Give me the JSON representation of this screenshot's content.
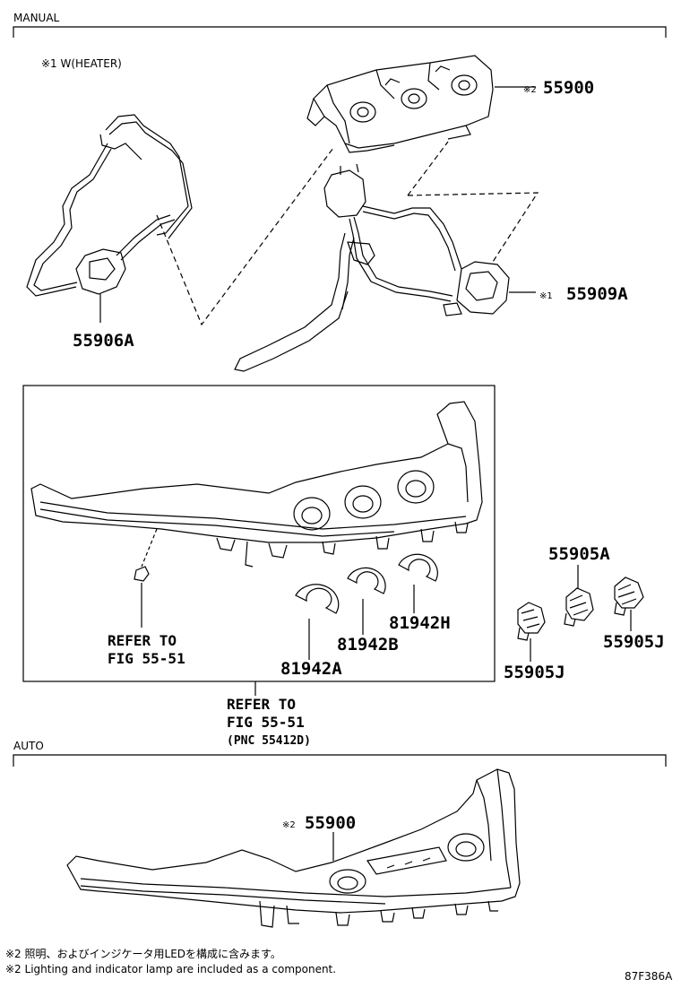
{
  "sections": {
    "manual_label": "MANUAL",
    "auto_label": "AUTO"
  },
  "notes": {
    "heater_note": "※1 W(HEATER)",
    "footnote_jp": "※2 照明、およびインジケータ用LEDを構成に含みます。",
    "footnote_en": "※2 Lighting and indicator lamp are included as a component."
  },
  "parts": {
    "p55900_manual_mark": "※2",
    "p55900_manual": "55900",
    "p55909a_mark": "※1",
    "p55909a": "55909A",
    "p55906a": "55906A",
    "p55905a": "55905A",
    "p55905j_right": "55905J",
    "p55905j_left": "55905J",
    "p81942h": "81942H",
    "p81942b": "81942B",
    "p81942a": "81942A",
    "p55900_auto_mark": "※2",
    "p55900_auto": "55900"
  },
  "references": {
    "inner_ref_line1": "REFER TO",
    "inner_ref_line2": "FIG 55-51",
    "outer_ref_line1": "REFER TO",
    "outer_ref_line2": "FIG 55-51",
    "outer_ref_line3": "(PNC 55412D)"
  },
  "diagram_id": "87F386A"
}
